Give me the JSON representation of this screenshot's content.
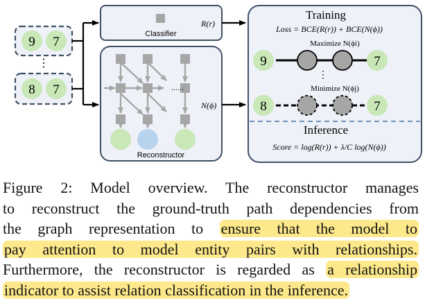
{
  "diagram": {
    "input_pair_top": {
      "left": "9",
      "right": "7"
    },
    "input_ellipsis": "⋮",
    "input_pair_bottom": {
      "left": "8",
      "right": "7"
    },
    "classifier": {
      "label": "Classifier",
      "output": "R(r)"
    },
    "reconstructor": {
      "label": "Reconstructor",
      "output": "N(ϕ)",
      "dots": "......",
      "output_nodes": [
        {
          "color": "#c9e7b7"
        },
        {
          "color": "#b8d3ee"
        },
        {
          "color": "#c9e7b7"
        }
      ]
    },
    "training": {
      "title": "Training",
      "loss": "Loss = BCE(R(r)) + BCE(N(ϕ))",
      "maximize": "Maximize N(ϕi)",
      "path_ellipsis": "⋮",
      "minimize": "Minimize N(ϕj)",
      "path_top": {
        "start": "9",
        "end": "7"
      },
      "path_bottom": {
        "start": "8",
        "end": "7"
      }
    },
    "inference": {
      "title": "Inference",
      "score": "Score = log(R(r)) + λ/C log(N(ϕ))"
    },
    "colors": {
      "entity_green": "#c9e7b7",
      "entity_blue": "#b8d3ee",
      "box_fill": "#eef1f8",
      "box_stroke": "#3e5066",
      "intermediate_node": "#a6a6a6",
      "highlight": "#fde98b"
    }
  },
  "caption": {
    "lines": [
      [
        {
          "text": "Figure 2: Model overview. The reconstructor manages",
          "hl": false
        }
      ],
      [
        {
          "text": "to reconstruct the ground-truth path dependencies from",
          "hl": false
        }
      ],
      [
        {
          "text": "the graph representation to ",
          "hl": false
        },
        {
          "text": "ensure that the model to",
          "hl": true
        }
      ],
      [
        {
          "text": "pay attention to model entity pairs with relationships.",
          "hl": true
        }
      ],
      [
        {
          "text": "Furthermore, the reconstructor is regarded as ",
          "hl": false
        },
        {
          "text": "a relationship",
          "hl": true
        }
      ],
      [
        {
          "text": "indicator to assist relation classification in the inference.",
          "hl": true
        }
      ]
    ]
  }
}
